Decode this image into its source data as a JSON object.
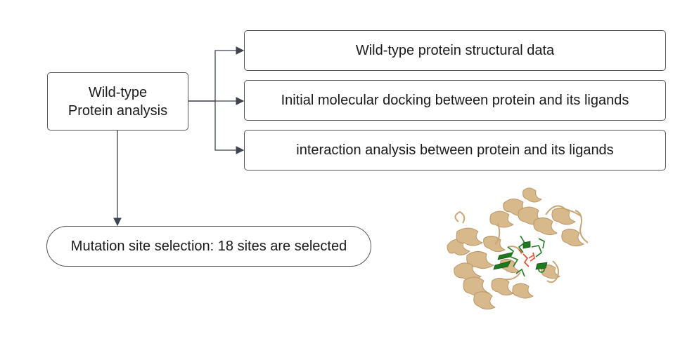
{
  "nodes": {
    "wildtype": {
      "line1": "Wild-type",
      "line2": "Protein analysis"
    },
    "structural": "Wild-type protein structural data",
    "docking": "Initial molecular docking between protein and its ligands",
    "interaction": "interaction analysis between protein and its ligands",
    "mutation": "Mutation site selection: 18 sites are selected"
  },
  "colors": {
    "connector": "#3f4450",
    "protein_ribbon": "#d8b98c",
    "ligand_site": "#1f7a1f",
    "ligand_oxygen": "#e2452b"
  }
}
